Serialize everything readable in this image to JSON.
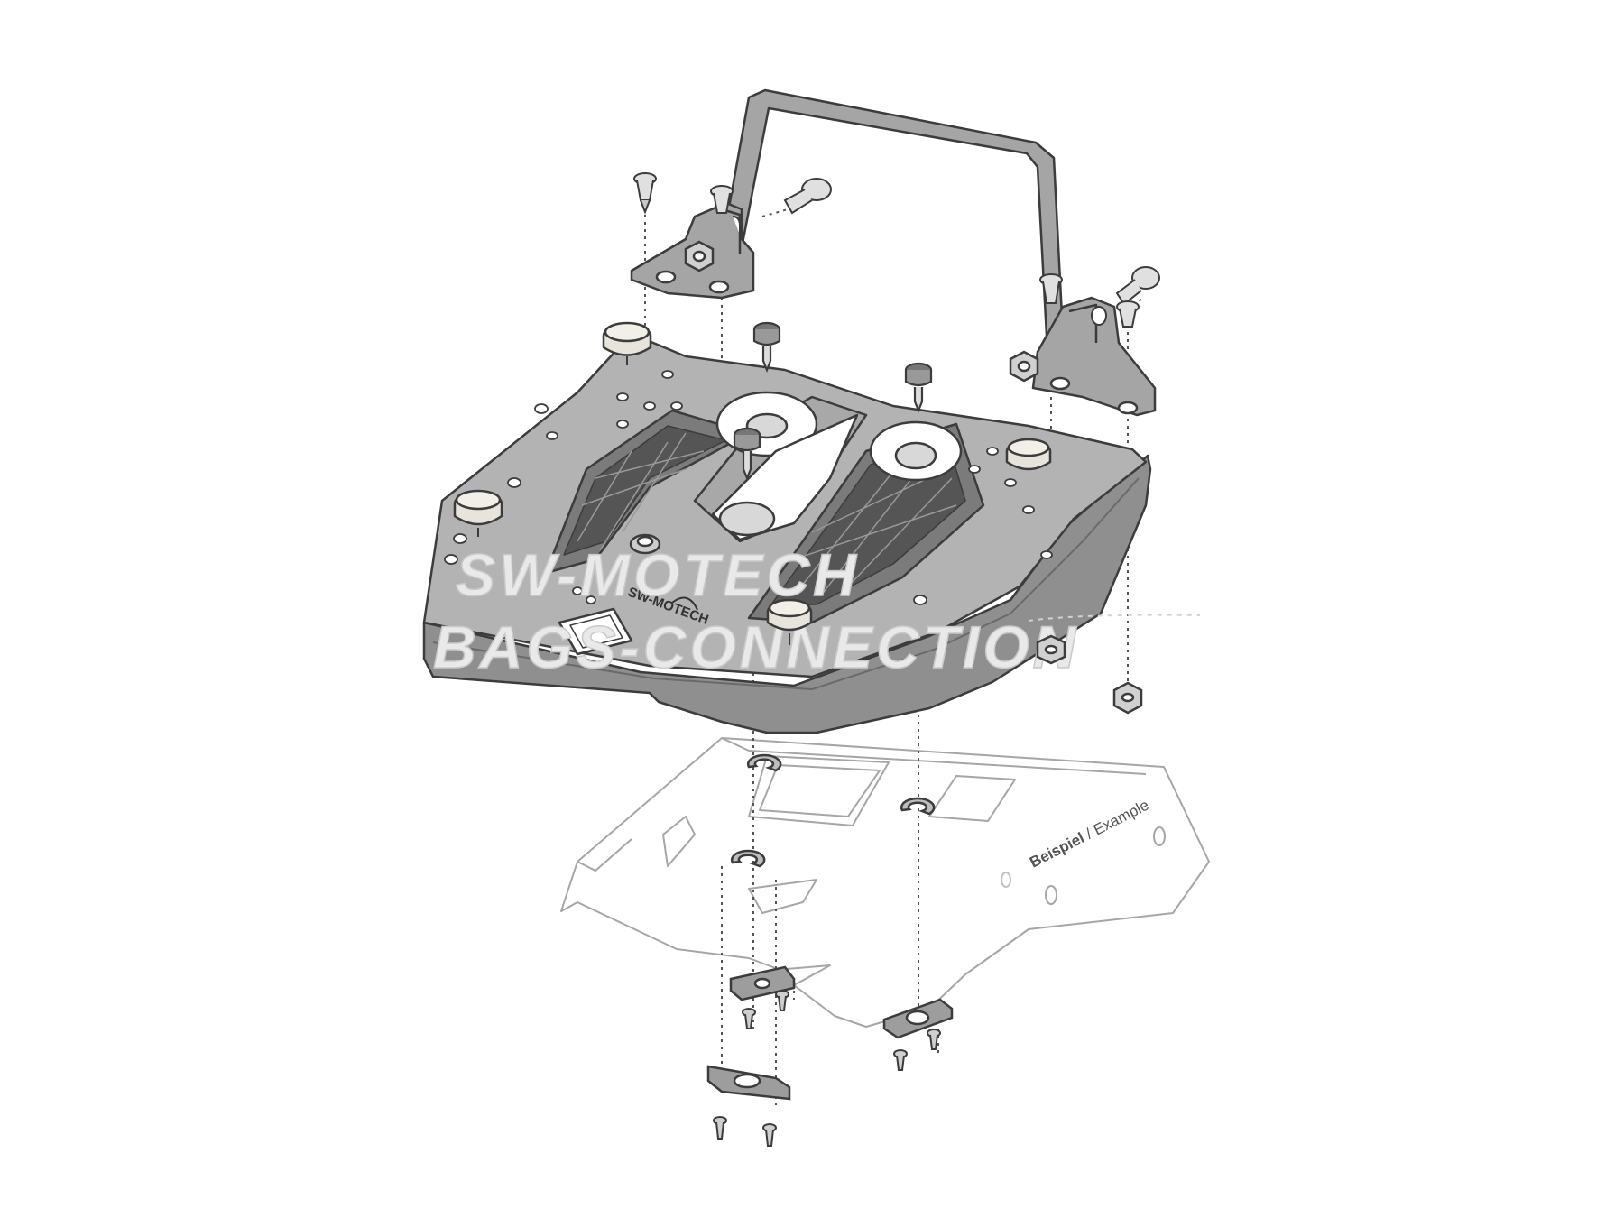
{
  "diagram": {
    "rack_label_bold": "Beispiel",
    "rack_label_separator": " / ",
    "rack_label_regular": "Example",
    "watermark_line1": "SW-MOTECH",
    "watermark_line2": "BAGS-CONNECTION",
    "plate_logo": "SW-MOTECH",
    "colors": {
      "rack_outline": "#a6a6a6",
      "plate_fill": "#9a9a9a",
      "plate_top": "#b3b3b3",
      "part_outline": "#3c3c3c",
      "handle_fill": "#a5a5a5",
      "watermark_fill": "#e9e9e9"
    },
    "icons": [
      "bolt-icon",
      "nut-icon",
      "knob-icon",
      "clip-icon",
      "clamp-plate-icon",
      "screw-icon"
    ]
  }
}
